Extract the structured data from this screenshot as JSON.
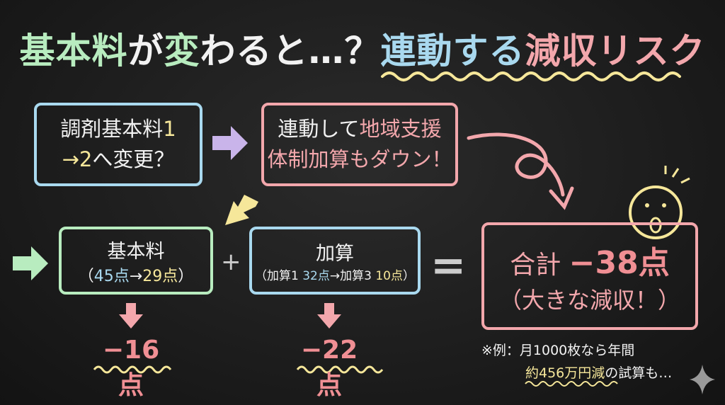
{
  "title": {
    "part1": "基本料",
    "part2": "が",
    "part3": "変",
    "part4": "わると…？",
    "part5": "連動する",
    "part6": "減収リスク"
  },
  "box1": {
    "line1_a": "調剤基本料",
    "line1_b": "1",
    "line2_a": "→",
    "line2_b": "2",
    "line2_c": "へ変更？"
  },
  "box2": {
    "line1_a": "連動して",
    "line1_b": "地域支援",
    "line2_a": "体制加算",
    "line2_b": "もダウン！"
  },
  "basic": {
    "title": "基本料",
    "open": "（",
    "from": "45点",
    "arrow": "→",
    "to": "29点",
    "close": "）",
    "result": "−16点"
  },
  "addition": {
    "title": "加算",
    "open": "（",
    "from_label": "加算1 ",
    "from": "32点",
    "arrow": "→",
    "to_label": "加算3 ",
    "to": "10点",
    "close": "）",
    "result": "−22点"
  },
  "operators": {
    "plus": "+",
    "equals": "="
  },
  "total": {
    "label": "合計",
    "value": "−38点",
    "sub": "（大きな減収！）"
  },
  "note": {
    "line1": "※例：月1000枚なら年間",
    "line2_highlight": "約456万円減",
    "line2_rest": "の試算も…"
  },
  "colors": {
    "green": "#b8ecbf",
    "blue": "#a9d9ef",
    "pink": "#f3a7ac",
    "yellow": "#f6e79a",
    "purple": "#c9b4ea"
  }
}
